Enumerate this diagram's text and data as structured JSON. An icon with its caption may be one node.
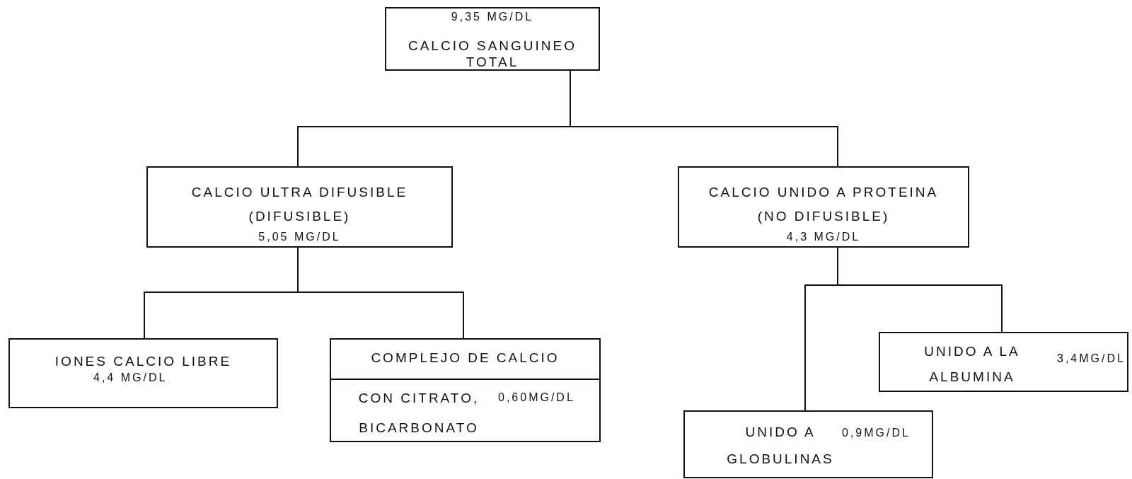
{
  "diagram": {
    "nodes": [
      {
        "text": [
          "9,35 MG/DL",
          "CALCIO SANGUINEO TOTAL"
        ]
      },
      {
        "text": [
          "CALCIO ULTRA DIFUSIBLE",
          "(DIFUSIBLE)",
          "5,05 MG/DL"
        ]
      },
      {
        "text": [
          "CALCIO UNIDO A PROTEINA",
          "(NO DIFUSIBLE)",
          "4,3 MG/DL"
        ]
      },
      {
        "text": [
          "IONES CALCIO LIBRE",
          "4,4 MG/DL"
        ]
      },
      {
        "text": [
          "COMPLEJO DE CALCIO",
          "CON CITRATO, BICARBONATO",
          "0,60MG/DL"
        ]
      },
      {
        "text": [
          "UNIDO A LA ALBUMINA",
          "3,4MG/DL"
        ]
      },
      {
        "text": [
          "UNIDO A GLOBULINAS",
          "0,9MG/DL"
        ]
      }
    ],
    "edges": [
      {
        "from": 0,
        "to": 1,
        "arrow": "none"
      },
      {
        "from": 0,
        "to": 2,
        "arrow": "none"
      },
      {
        "from": 1,
        "to": 3,
        "arrow": "none"
      },
      {
        "from": 1,
        "to": 4,
        "arrow": "none"
      },
      {
        "from": 2,
        "to": 5,
        "arrow": "none"
      },
      {
        "from": 2,
        "to": 6,
        "arrow": "none"
      }
    ]
  }
}
